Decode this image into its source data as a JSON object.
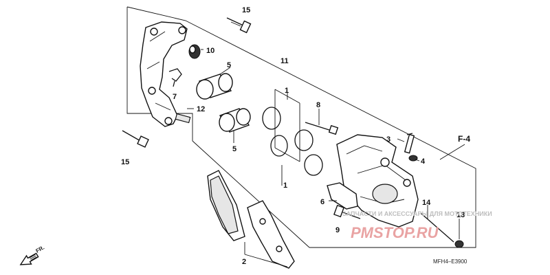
{
  "labels": {
    "p15a": "15",
    "p10": "10",
    "p11": "11",
    "p5a": "5",
    "p7": "7",
    "p1a": "1",
    "p8": "8",
    "p12": "12",
    "p5b": "5",
    "p3": "3",
    "p4": "4",
    "p15b": "15",
    "p1b": "1",
    "p6": "6",
    "p14": "14",
    "p9": "9",
    "p13": "13",
    "p2": "2"
  },
  "section_ref": "F-4",
  "direction_marker": "FR.",
  "diagram_code": "MFH4–E3900",
  "watermark": {
    "caption": "ЗАПЧАСТИ И АКСЕССУАРЫ ДЛЯ МОТОТЕХНИКИ",
    "brand": "PMSTOP.RU",
    "color": "#e9a3a3"
  }
}
